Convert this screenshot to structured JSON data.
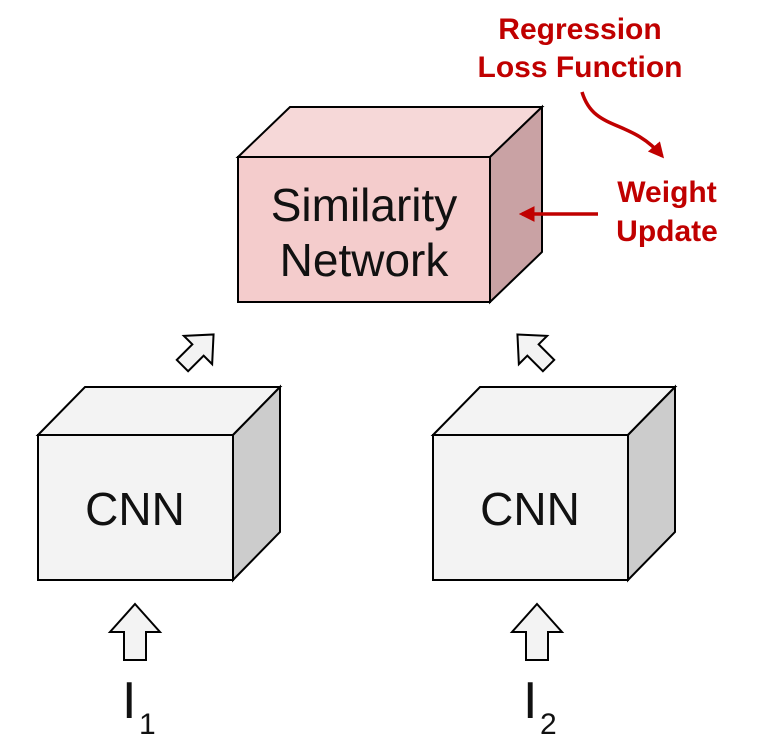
{
  "colors": {
    "annotation": "#c00000",
    "similarity_front": "#f4cccc",
    "similarity_top": "#f6d8d8",
    "similarity_side": "#c9a2a4",
    "cnn_front": "#f3f3f3",
    "cnn_top": "#f3f3f3",
    "cnn_side": "#cccccc",
    "stroke": "#000000"
  },
  "similarity_network": {
    "line1": "Similarity",
    "line2": "Network"
  },
  "cnn_left": {
    "label": "CNN"
  },
  "cnn_right": {
    "label": "CNN"
  },
  "input_left": {
    "base": "I",
    "sub": "1"
  },
  "input_right": {
    "base": "I",
    "sub": "2"
  },
  "annotations": {
    "loss_line1": "Regression",
    "loss_line2": "Loss Function",
    "weight_line1": "Weight",
    "weight_line2": "Update"
  },
  "icons": {
    "input_arrows": "up-arrow-icon",
    "feature_arrows": "diagonal-arrow-icon",
    "weight_update_arrow": "left-arrow-icon",
    "loss_arrow": "curved-arrow-icon"
  }
}
